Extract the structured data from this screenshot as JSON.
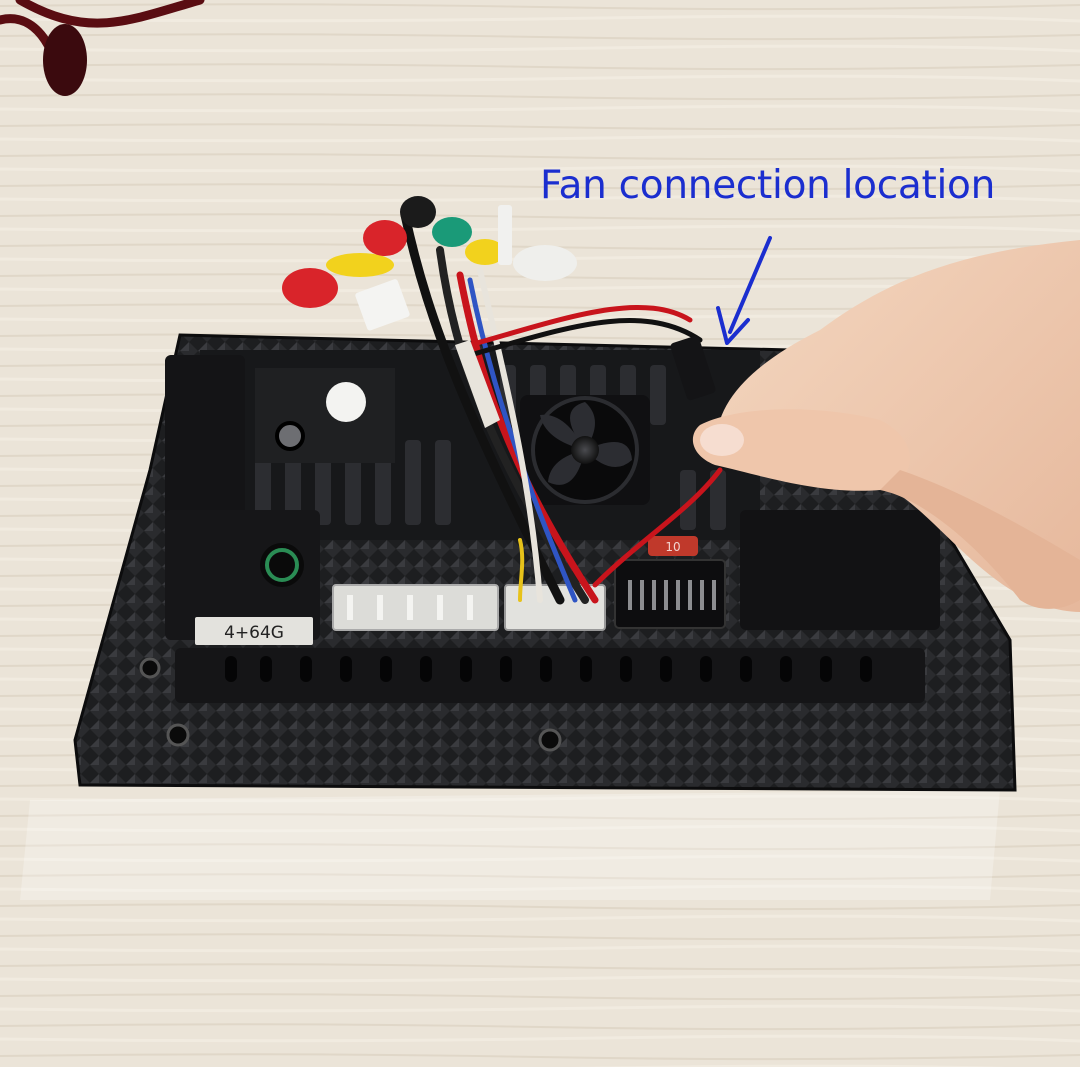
{
  "annotation": {
    "caption": "Fan connection location",
    "color": "#1b2ecf"
  },
  "device": {
    "storage_label": "4+64G",
    "fuse_label": "10"
  },
  "colors": {
    "table": "#e9e2d6",
    "chassis": "#1c1c1e",
    "carbon_light": "#3a3b3e",
    "wire_red": "#c8141c",
    "rca_red": "#d9242a",
    "rca_yellow": "#f2d21d",
    "rca_green": "#1a9a78",
    "rca_white": "#efefec",
    "skin": "#f0cdb3"
  }
}
